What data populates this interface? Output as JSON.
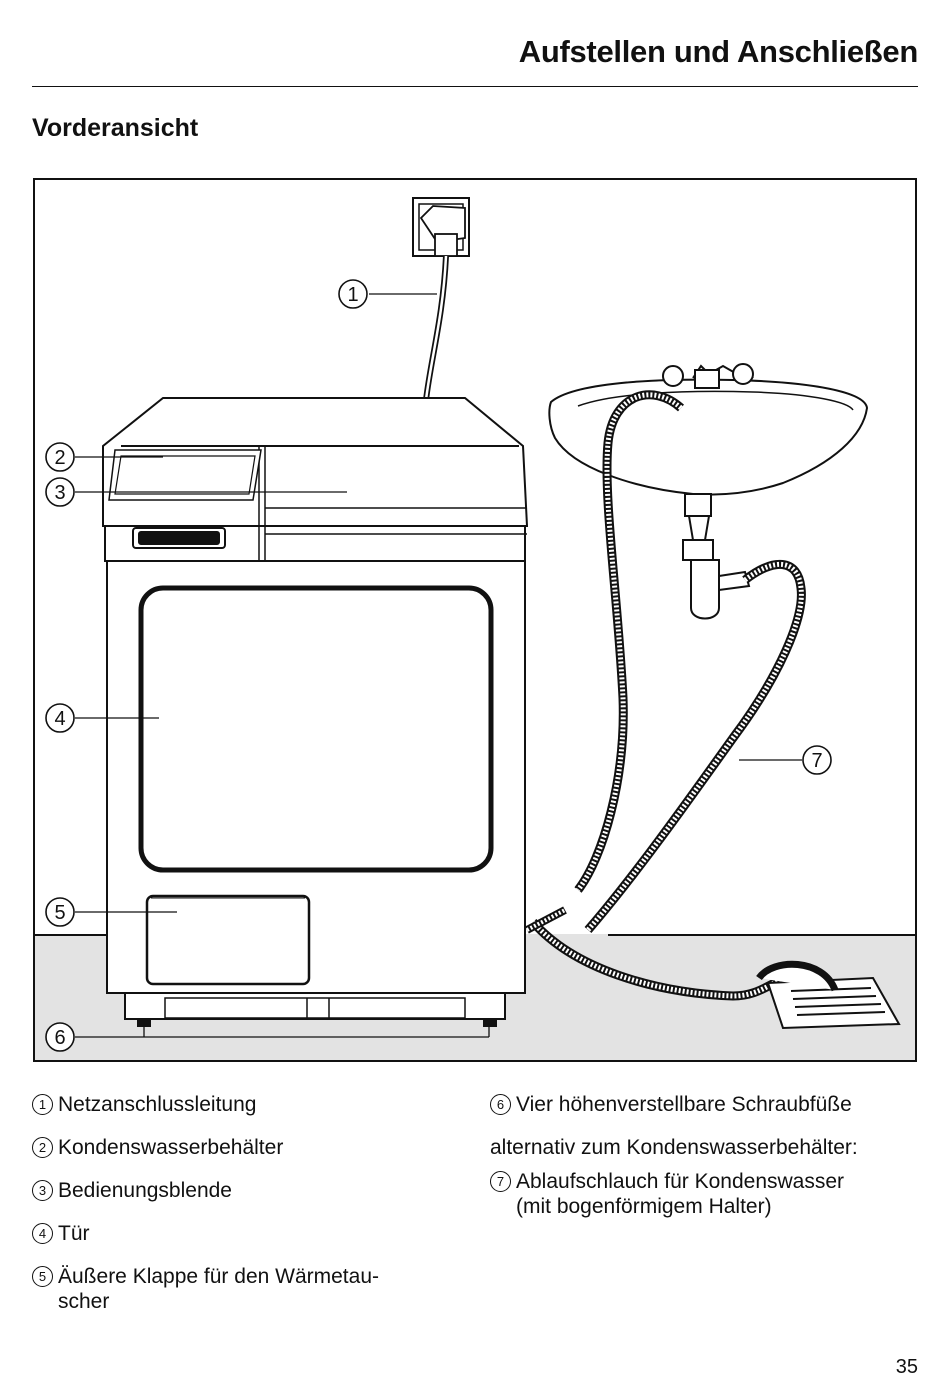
{
  "header": {
    "title": "Aufstellen und Anschließen"
  },
  "section": {
    "title": "Vorderansicht"
  },
  "callouts": [
    "1",
    "2",
    "3",
    "4",
    "5",
    "6",
    "7"
  ],
  "legend": {
    "left": [
      {
        "num": "1",
        "text": "Netzanschlussleitung"
      },
      {
        "num": "2",
        "text": "Kondenswasserbehälter"
      },
      {
        "num": "3",
        "text": "Bedienungsblende"
      },
      {
        "num": "4",
        "text": "Tür"
      },
      {
        "num": "5",
        "text": "Äußere Klappe für den Wärmetau-",
        "text2": "scher"
      }
    ],
    "right": [
      {
        "num": "6",
        "text": "Vier höhenverstellbare Schraubfüße"
      },
      {
        "alt_note": "alternativ zum Kondenswasserbehälter:"
      },
      {
        "num": "7",
        "text": "Ablaufschlauch für Kondenswasser",
        "text2": "(mit bogenförmigem Halter)"
      }
    ]
  },
  "page_number": "35"
}
